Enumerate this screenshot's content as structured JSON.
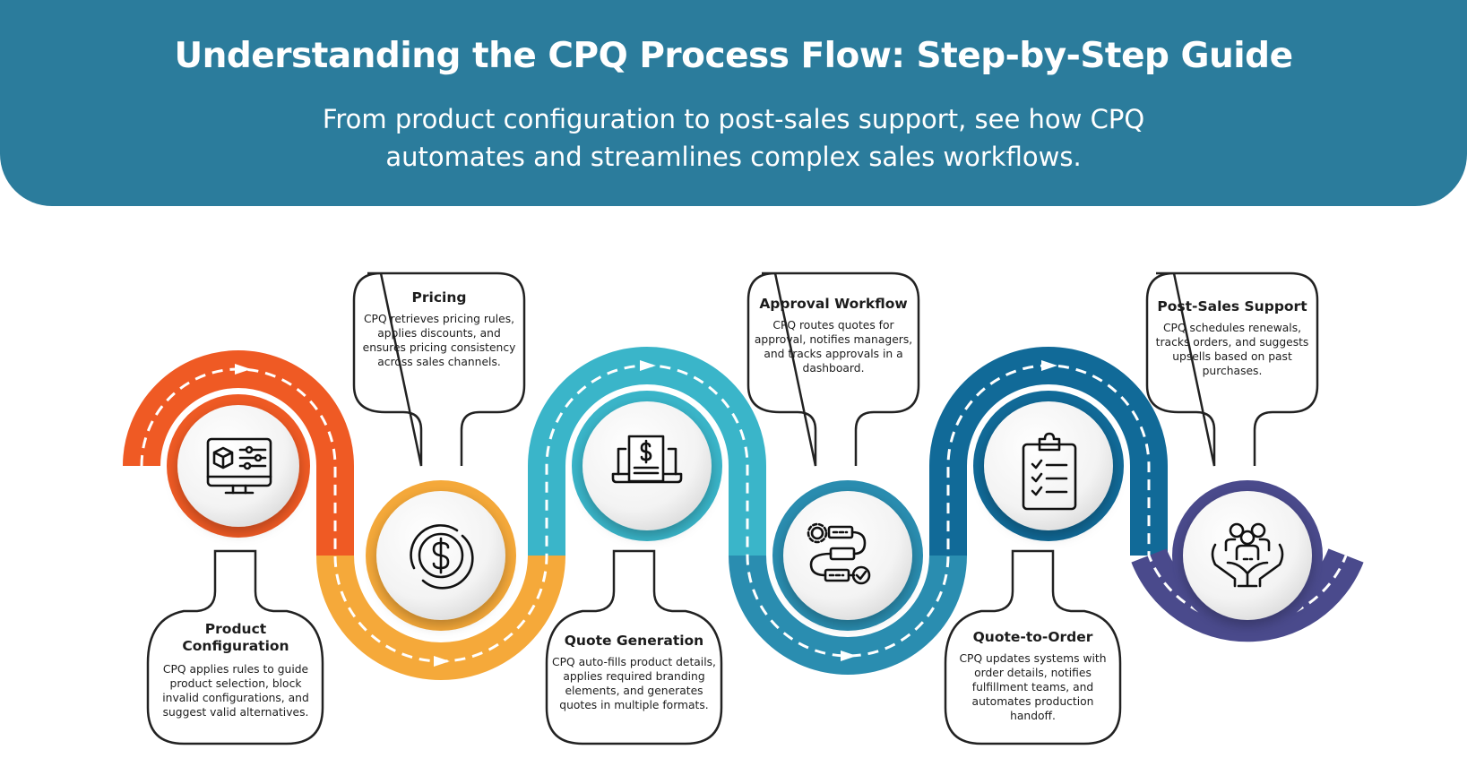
{
  "header": {
    "title": "Understanding the CPQ Process Flow: Step-by-Step Guide",
    "subtitle_line1": "From product configuration to post-sales support, see how CPQ",
    "subtitle_line2": "automates and streamlines complex sales workflows."
  },
  "colors": {
    "header_bg": "#2b7c9c",
    "step1": "#ef5a24",
    "step2": "#f5a93a",
    "step3": "#3ab5c9",
    "step4": "#2a8db0",
    "step5": "#116a98",
    "step6": "#4a4a8c"
  },
  "steps": [
    {
      "title_line1": "Product",
      "title_line2": "Configuration",
      "desc": "CPQ applies rules to guide product selection, block invalid configurations, and suggest valid alternatives.",
      "icon": "monitor-settings-icon"
    },
    {
      "title": "Pricing",
      "desc": "CPQ retrieves pricing rules, applies discounts, and ensures pricing consistency across sales channels.",
      "icon": "dollar-coin-icon"
    },
    {
      "title": "Quote Generation",
      "desc": "CPQ auto-fills product details, applies required branding elements, and generates quotes in multiple formats.",
      "icon": "laptop-invoice-icon"
    },
    {
      "title": "Approval Workflow",
      "desc": "CPQ routes quotes for approval, notifies managers, and tracks approvals in a dashboard.",
      "icon": "workflow-icon"
    },
    {
      "title": "Quote-to-Order",
      "desc": "CPQ updates systems with order details, notifies fulfillment teams, and automates production handoff.",
      "icon": "clipboard-checklist-icon"
    },
    {
      "title": "Post-Sales Support",
      "desc": "CPQ schedules renewals, tracks orders, and suggests upsells based on past purchases.",
      "icon": "hands-people-icon"
    }
  ]
}
